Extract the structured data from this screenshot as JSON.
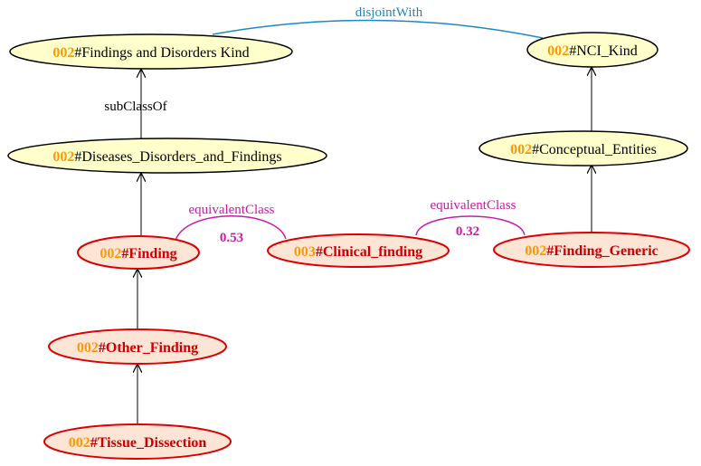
{
  "colors": {
    "prefix": "#ff9900",
    "concept_fill": "#ffffcc",
    "concept_stroke": "#000000",
    "concept_text": "#000000",
    "finding_fill": "#fde5d6",
    "finding_stroke": "#dd0000",
    "finding_text": "#cc0000",
    "disjoint": "#1a8ac4",
    "equivalent": "#cc1aa6",
    "edge": "#000000"
  },
  "nodes": {
    "findings_kind": {
      "prefix": "002",
      "name": "#Findings and Disorders Kind"
    },
    "nci_kind": {
      "prefix": "002",
      "name": "#NCI_Kind"
    },
    "diseases": {
      "prefix": "002",
      "name": "#Diseases_Disorders_and_Findings"
    },
    "conceptual": {
      "prefix": "002",
      "name": "#Conceptual_Entities"
    },
    "finding": {
      "prefix": "002",
      "name": "#Finding"
    },
    "clinical": {
      "prefix": "003",
      "name": "#Clinical_finding"
    },
    "finding_generic": {
      "prefix": "002",
      "name": "#Finding_Generic"
    },
    "other_finding": {
      "prefix": "002",
      "name": "#Other_Finding"
    },
    "tissue": {
      "prefix": "002",
      "name": "#Tissue_Dissection"
    }
  },
  "edges": {
    "disjoint": {
      "label": "disjointWith"
    },
    "subclass": {
      "label": "subClassOf"
    },
    "equiv_left": {
      "label": "equivalentClass",
      "score": "0.53"
    },
    "equiv_right": {
      "label": "equivalentClass",
      "score": "0.32"
    }
  }
}
